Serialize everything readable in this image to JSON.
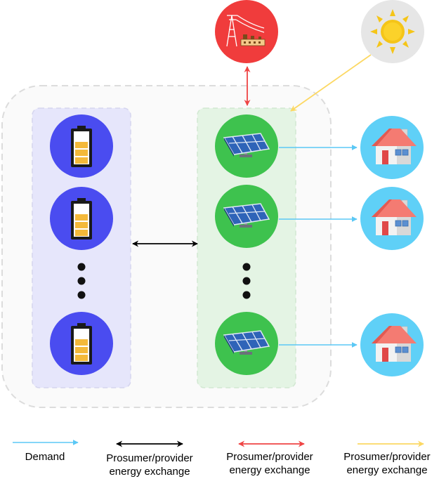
{
  "legend": [
    {
      "label": "Demand",
      "color": "#5bc8f5"
    },
    {
      "label_line1": "Prosumer/provider",
      "label_line2": "energy exchange",
      "color": "#000000"
    },
    {
      "label_line1": "Prosumer/provider",
      "label_line2": "energy exchange",
      "color": "#ef4444"
    },
    {
      "label_line1": "Prosumer/provider",
      "label_line2": "energy exchange",
      "color": "#fcd862"
    }
  ],
  "nodes": {
    "grid": {
      "icon": "power-grid-icon",
      "color": "#f03c3c"
    },
    "sun": {
      "icon": "sun-icon",
      "color": "#e6e6e6"
    },
    "battery": {
      "icon": "battery-icon",
      "color": "#4a4cf0"
    },
    "solar": {
      "icon": "solar-panel-icon",
      "color": "#3ec24e"
    },
    "house": {
      "icon": "house-icon",
      "color": "#5fd0f7"
    }
  }
}
